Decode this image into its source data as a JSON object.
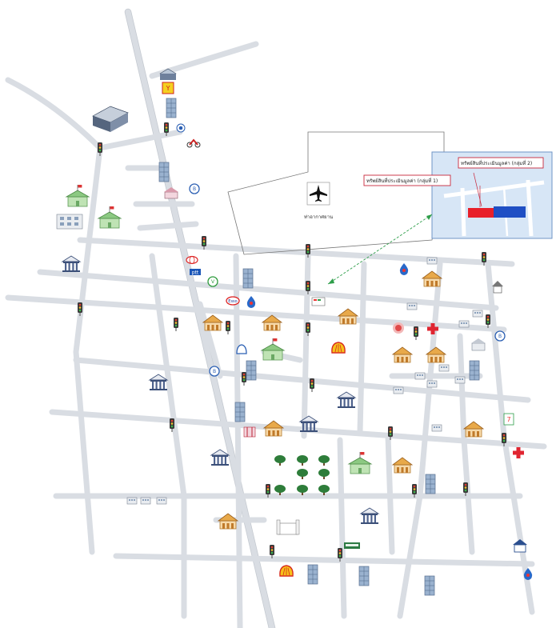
{
  "map": {
    "airport_label": "ท่าอากาศยาน",
    "inset": {
      "label_plot2": "ทรัพย์สินที่ประเมินมูลค่า (กลุ่มที่ 2)",
      "label_plot1": "ทรัพย์สินที่ประเมินมูลค่า (กลุ่มที่ 1)",
      "plot1_color": "#e8202a",
      "plot2_color": "#1f4fc4"
    },
    "colors": {
      "road": "#d9dde3",
      "road_label": "#2a4a9a",
      "inset_bg": "#d7e6f6",
      "inset_border": "#6f94c6",
      "pointer": "#2e9e4a",
      "callout_border": "#c8283c"
    },
    "icon_names": [
      "traffic-light-icon",
      "building-icon",
      "government-building-icon",
      "temple-icon",
      "school-icon",
      "hospital-icon",
      "fuel-station-icon",
      "bank-icon",
      "tree-icon",
      "airplane-icon"
    ]
  }
}
